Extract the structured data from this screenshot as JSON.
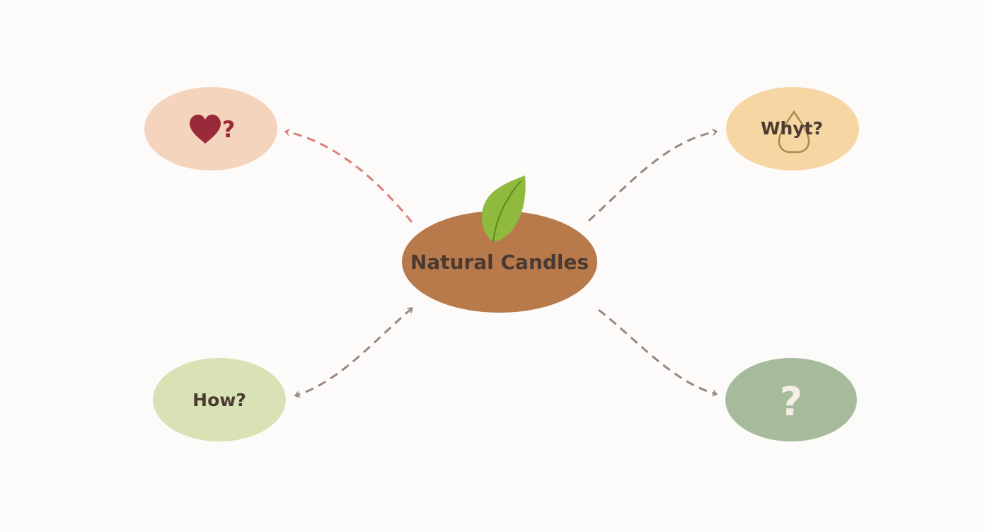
{
  "diagram": {
    "type": "mind-map",
    "center": {
      "label": "Natural Candles",
      "color": "#b87a4b",
      "icon": "leaf-icon",
      "icon_color": "#8fba3e"
    },
    "nodes": [
      {
        "id": "top-left",
        "label": "?",
        "icon": "heart-icon",
        "color": "#f5d4bd",
        "text_color": "#9a2a3a"
      },
      {
        "id": "top-right",
        "label": "Whyt?",
        "icon": "drop-icon",
        "color": "#f6d6a2",
        "text_color": "#4a3a32"
      },
      {
        "id": "bottom-left",
        "label": "How?",
        "color": "#d8e2b4",
        "text_color": "#4a3a32"
      },
      {
        "id": "bottom-right",
        "label": "?",
        "color": "#a5bb9c",
        "text_color": "#f3efe6"
      }
    ],
    "connector_colors": {
      "red": "#d9817a",
      "brown": "#9a8784"
    }
  }
}
